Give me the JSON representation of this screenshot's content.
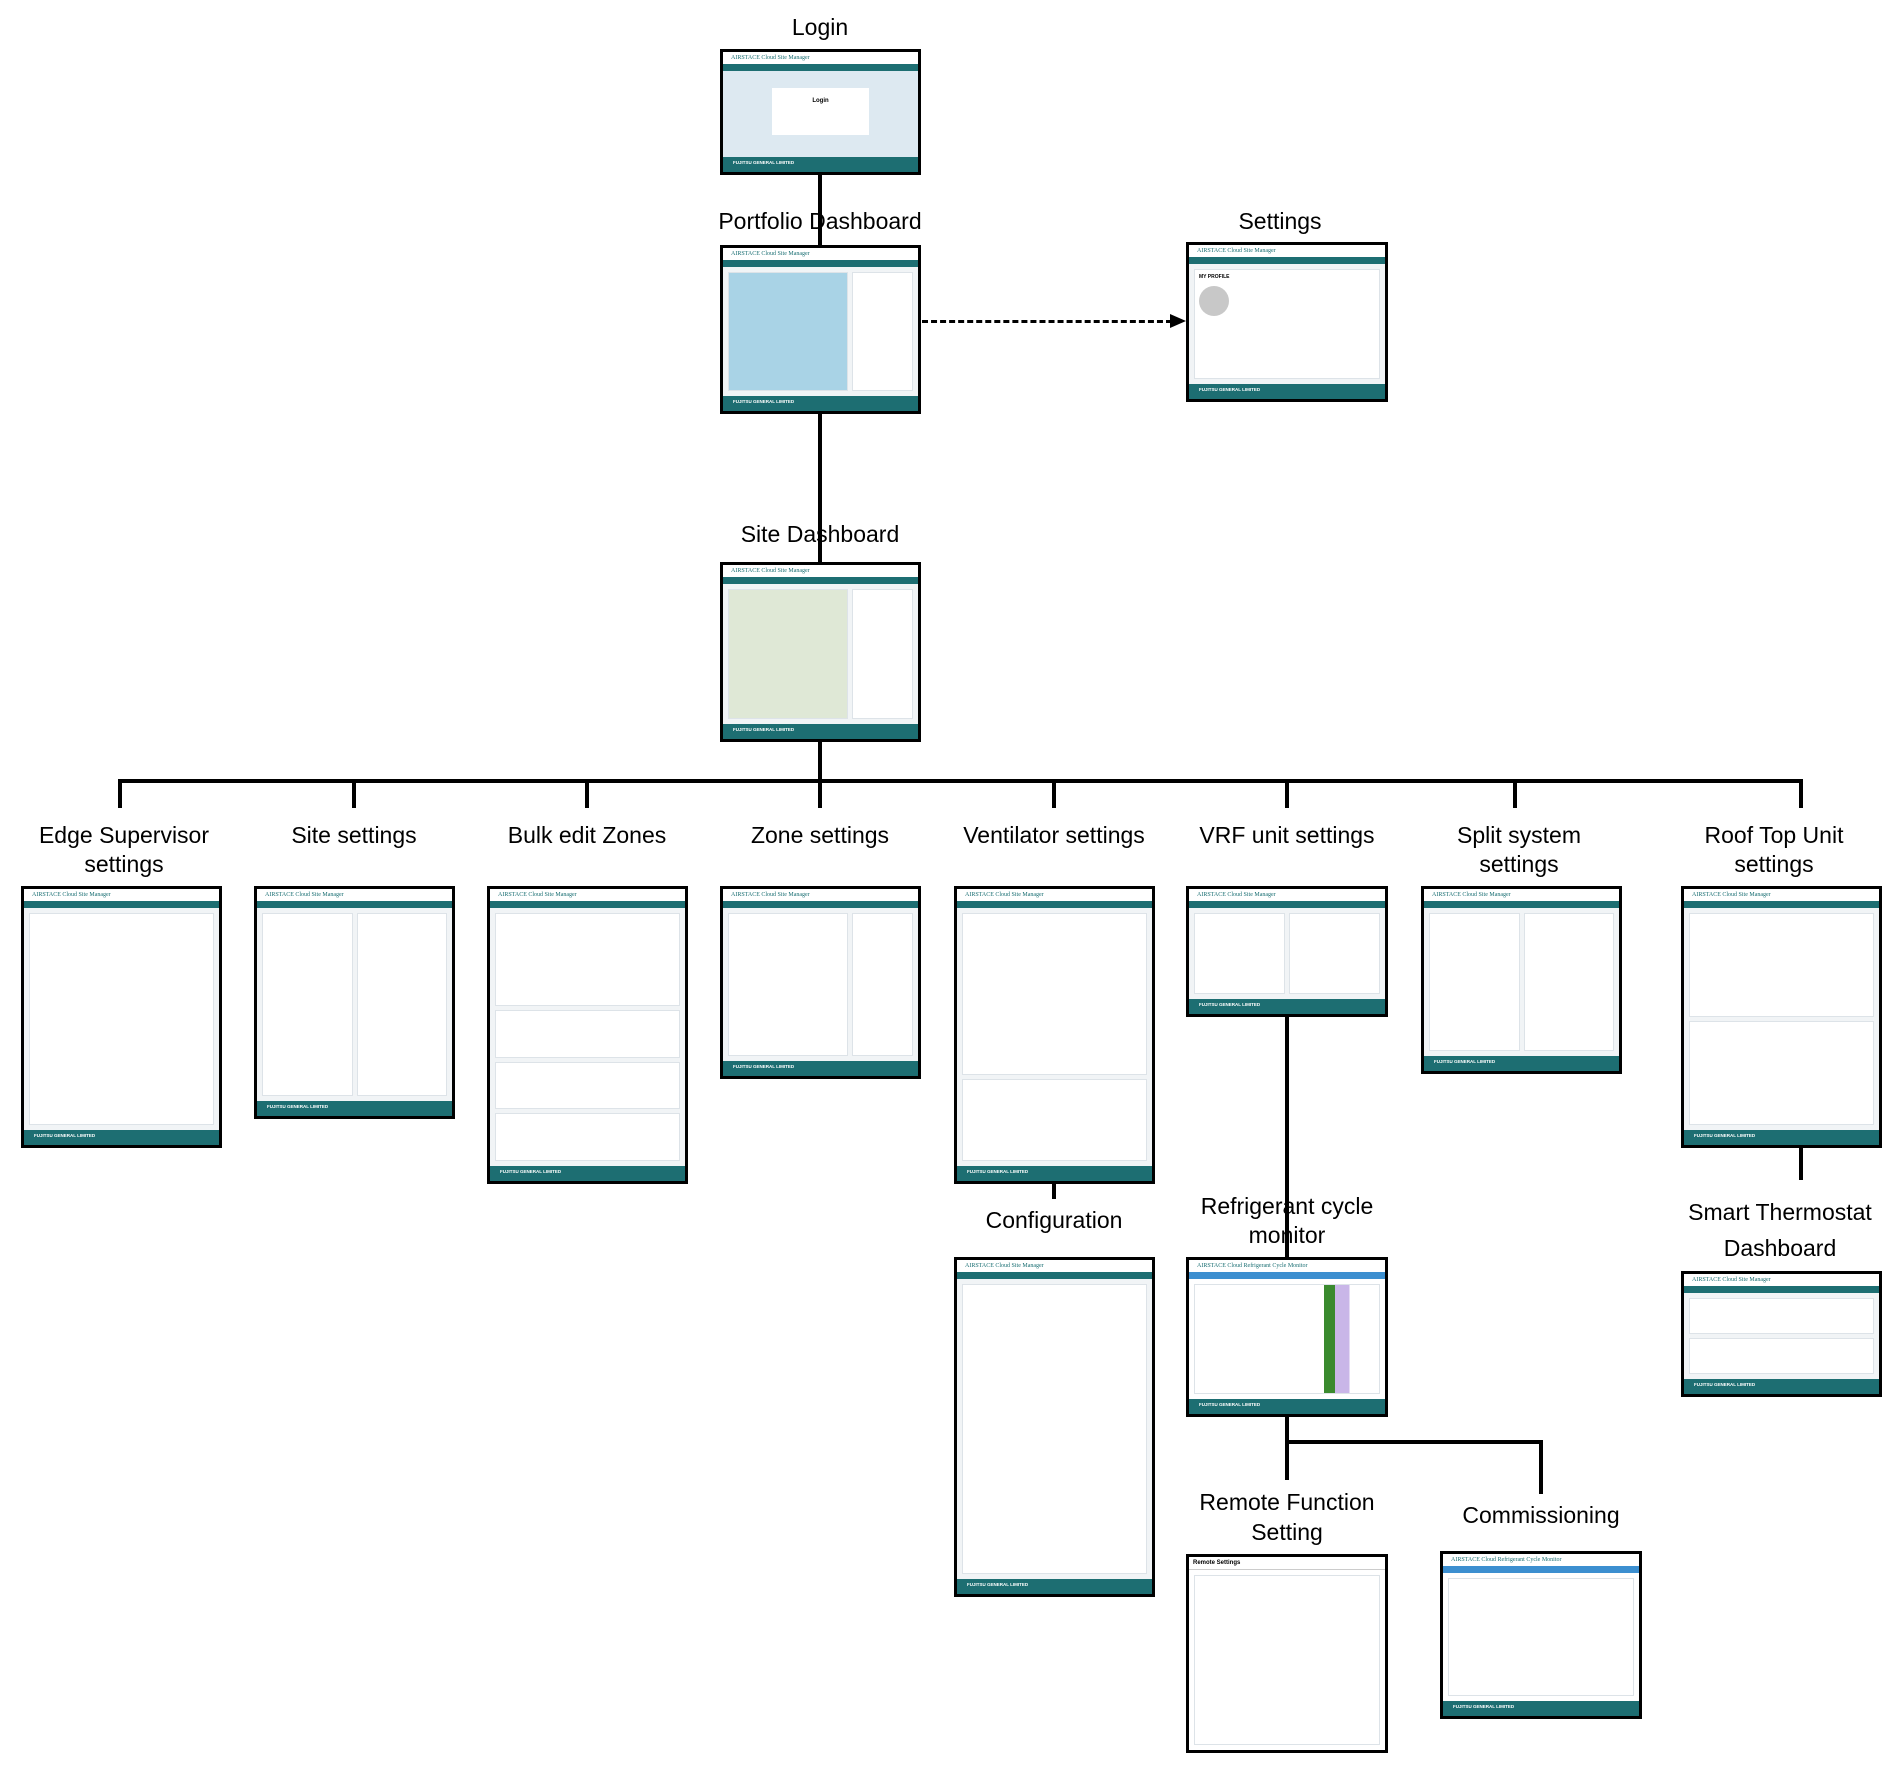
{
  "nodes": {
    "login": "Login",
    "portfolio": "Portfolio Dashboard",
    "settings": "Settings",
    "site_dashboard": "Site Dashboard",
    "edge_supervisor": [
      "Edge Supervisor",
      "settings"
    ],
    "site_settings": "Site settings",
    "bulk_edit": "Bulk edit Zones",
    "zone_settings": "Zone settings",
    "ventilator": "Ventilator settings",
    "vrf": "VRF unit settings",
    "split": [
      "Split system",
      "settings"
    ],
    "rtu": [
      "Roof Top Unit",
      "settings"
    ],
    "configuration": "Configuration",
    "refrigerant": [
      "Refrigerant cycle",
      "monitor"
    ],
    "smart_thermostat": [
      "Smart Thermostat",
      "Dashboard"
    ],
    "remote_function": [
      "Remote Function",
      "Setting"
    ],
    "commissioning": "Commissioning"
  },
  "thumb": {
    "app_title": "AIRSTACE Cloud Site Manager",
    "footer": "FUJITSU GENERAL LIMITED",
    "login_card": "Login",
    "profile": "MY PROFILE",
    "remote_dialog": "Remote Settings",
    "refrigerant_title": "AIRSTACE Cloud  Refrigerant Cycle Monitor"
  }
}
